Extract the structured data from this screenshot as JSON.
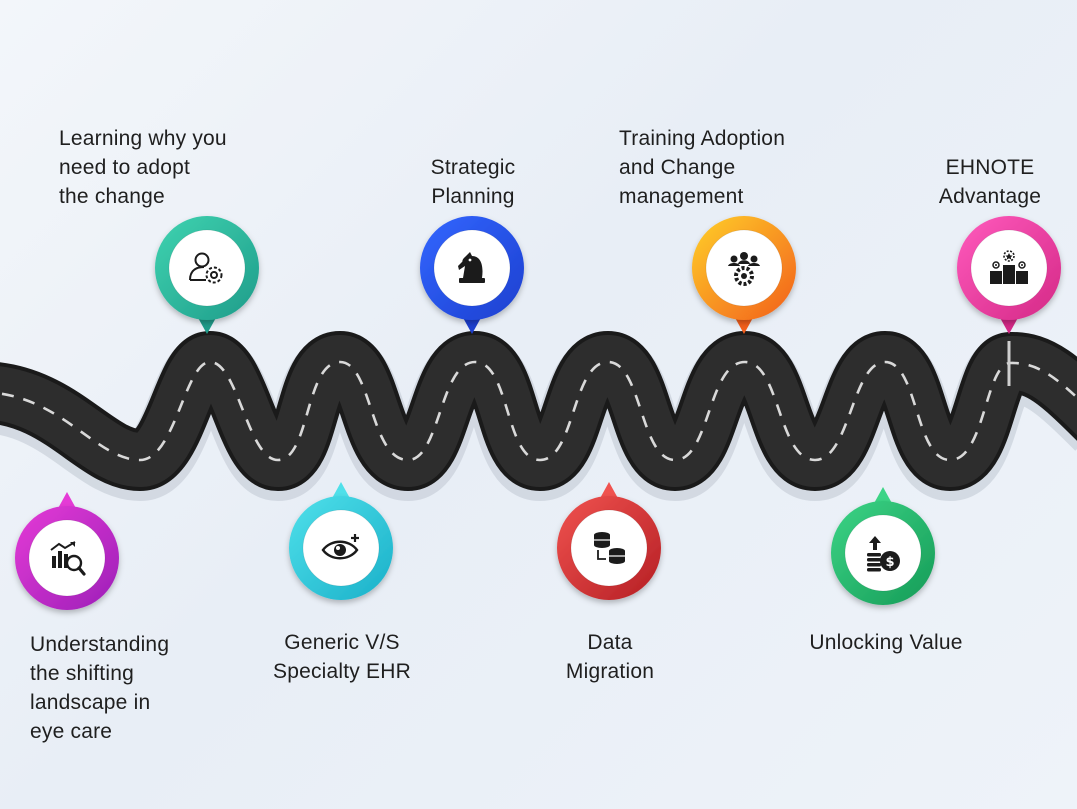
{
  "colors": {
    "road": "#2d2d2d",
    "road_edge": "#1a1a1a",
    "road_dash": "#d9d9d9",
    "text": "#1f1f1f"
  },
  "milestones": [
    {
      "id": "understanding",
      "label": "Understanding\nthe shifting\nlandscape in\neye care",
      "icon": "chart-magnifier-icon",
      "color_a": "#e53bd6",
      "color_b": "#9c1fb8",
      "position": "below"
    },
    {
      "id": "learning",
      "label": "Learning why you\nneed to adopt\nthe change",
      "icon": "user-gear-icon",
      "color_a": "#3fd3b0",
      "color_b": "#1f9c8a",
      "position": "above"
    },
    {
      "id": "generic",
      "label": "Generic V/S\nSpecialty EHR",
      "icon": "eye-plus-icon",
      "color_a": "#4fe0ea",
      "color_b": "#1ab0c9",
      "position": "below"
    },
    {
      "id": "strategic",
      "label": "Strategic\nPlanning",
      "icon": "chess-knight-icon",
      "color_a": "#3366ff",
      "color_b": "#1c3fcf",
      "position": "above"
    },
    {
      "id": "migration",
      "label": "Data\nMigration",
      "icon": "database-transfer-icon",
      "color_a": "#f0524f",
      "color_b": "#b51f24",
      "position": "below"
    },
    {
      "id": "training",
      "label": "Training Adoption\nand Change\nmanagement",
      "icon": "team-gear-icon",
      "color_a": "#ffd029",
      "color_b": "#f25e1c",
      "position": "above"
    },
    {
      "id": "unlocking",
      "label": "Unlocking Value",
      "icon": "coins-dollar-icon",
      "color_a": "#3cd486",
      "color_b": "#169b57",
      "position": "below"
    },
    {
      "id": "advantage",
      "label": "EHNOTE\nAdvantage",
      "icon": "podium-star-icon",
      "color_a": "#ff5bbd",
      "color_b": "#d42886",
      "position": "above"
    }
  ]
}
